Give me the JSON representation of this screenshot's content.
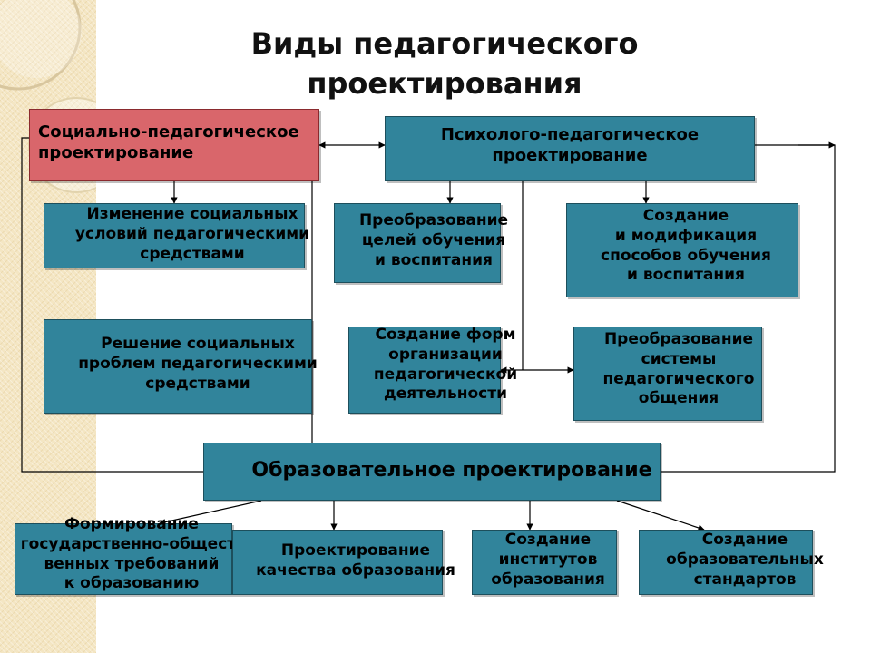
{
  "title": "Виды педагогического\nпроектирования",
  "social": {
    "heading": "Социально-педагогическое\nпроектирование",
    "change": "Изменение социальных\nусловий педагогическими\nсредствами",
    "solve": "Решение социальных\nпроблем педагогическими\nсредствами"
  },
  "psych": {
    "heading": "Психолого-педагогическое\nпроектирование",
    "goals": "Преобразование\nцелей обучения\nи воспитания",
    "methods": "Создание\nи модификация\nспособов обучения\nи воспитания",
    "forms": "Создание форм\nорганизации\nпедагогической\nдеятельности",
    "communication": "Преобразование\nсистемы\nпедагогического\nобщения"
  },
  "edu": {
    "heading": "Образовательное проектирование",
    "requirements": "Формирование\nгосударственно-общест-\nвенных требований\nк образованию",
    "quality": "Проектирование\nкачества образования",
    "institutes": "Создание\nинститутов\nобразования",
    "standards": "Создание\nобразовательных\nстандартов"
  },
  "colors": {
    "box_fill": "#31849b",
    "accent_fill": "#d9666b",
    "connector": "#000000",
    "side_panel": "#f4e6c3"
  }
}
